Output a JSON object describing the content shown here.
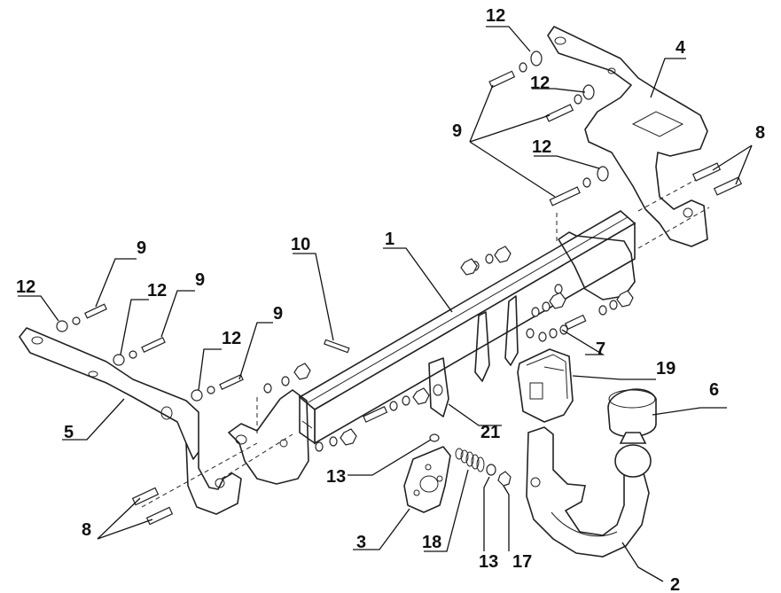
{
  "callouts": [
    {
      "id": "c1",
      "text": "1"
    },
    {
      "id": "c2",
      "text": "2"
    },
    {
      "id": "c3",
      "text": "3"
    },
    {
      "id": "c4",
      "text": "4"
    },
    {
      "id": "c5",
      "text": "5"
    },
    {
      "id": "c6",
      "text": "6"
    },
    {
      "id": "c7",
      "text": "7"
    },
    {
      "id": "c8a",
      "text": "8"
    },
    {
      "id": "c8b",
      "text": "8"
    },
    {
      "id": "c9a",
      "text": "9"
    },
    {
      "id": "c9b",
      "text": "9"
    },
    {
      "id": "c9c",
      "text": "9"
    },
    {
      "id": "c9d",
      "text": "9"
    },
    {
      "id": "c10",
      "text": "10"
    },
    {
      "id": "c12a",
      "text": "12"
    },
    {
      "id": "c12b",
      "text": "12"
    },
    {
      "id": "c12c",
      "text": "12"
    },
    {
      "id": "c12d",
      "text": "12"
    },
    {
      "id": "c12e",
      "text": "12"
    },
    {
      "id": "c12f",
      "text": "12"
    },
    {
      "id": "c12g",
      "text": "12"
    },
    {
      "id": "c13a",
      "text": "13"
    },
    {
      "id": "c13b",
      "text": "13"
    },
    {
      "id": "c17",
      "text": "17"
    },
    {
      "id": "c18",
      "text": "18"
    },
    {
      "id": "c19",
      "text": "19"
    },
    {
      "id": "c21",
      "text": "21"
    }
  ]
}
